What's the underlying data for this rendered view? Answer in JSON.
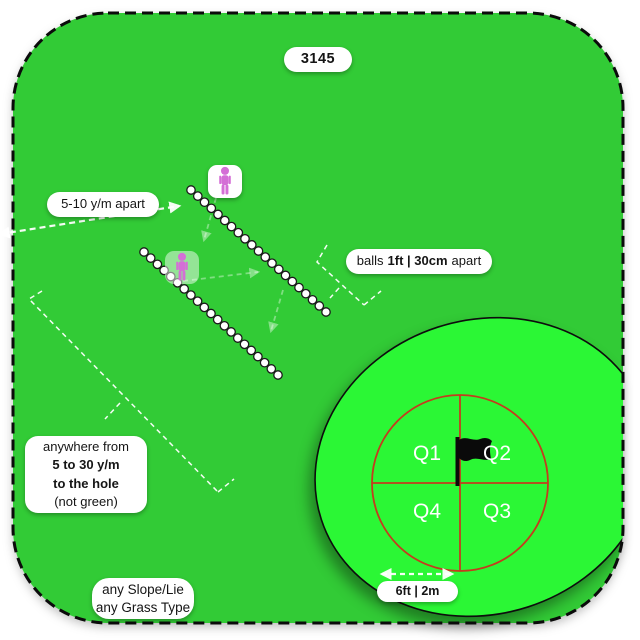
{
  "diagram": {
    "drill_number": "3145",
    "row_spacing_label": "5-10 y/m apart",
    "ball_spacing": {
      "prefix": "balls",
      "value": "1ft | 30cm",
      "suffix": "apart"
    },
    "distance_note": {
      "line1": "anywhere from",
      "line2": "5 to 30 y/m",
      "line3": "to the hole",
      "line4": "(not green)"
    },
    "surface_note": {
      "line1": "any Slope/Lie",
      "line2": "any Grass Type"
    },
    "green_width_label": "6ft | 2m",
    "quadrants": {
      "q1": "Q1",
      "q2": "Q2",
      "q3": "Q3",
      "q4": "Q4"
    },
    "ball_rows": [
      {
        "count": 21
      },
      {
        "count": 21
      }
    ],
    "colors": {
      "field": "#32cb36",
      "green": "#2bf735",
      "quadrant_lines": "#c43c1e",
      "flag": "#0a0a0a",
      "person": "#d46fd6",
      "border": "#0b0b0b",
      "ball_fill": "#ffffff",
      "ball_stroke": "#1a1a1a"
    }
  }
}
